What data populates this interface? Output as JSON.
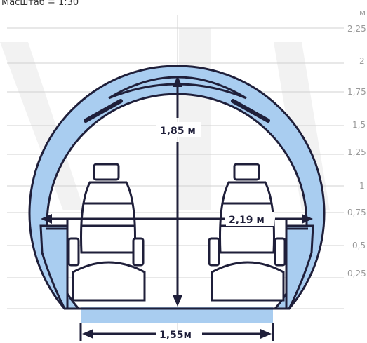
{
  "scale_label": "Масштаб =  1:30",
  "ruler": {
    "unit": "м",
    "ticks": [
      "2,25",
      "2",
      "1,75",
      "1,5",
      "1,25",
      "1",
      "0,75",
      "0,5",
      "0,25"
    ]
  },
  "dimensions": {
    "height": "1,85 м",
    "cabin_width": "2,19 м",
    "floor_width": "1,55м"
  },
  "colors": {
    "fuselage_fill": "#a9cdf0",
    "outline": "#1f1f3a",
    "grid": "#d0d0d0",
    "ruler_text": "#9a9a9a",
    "watermark": "#f2f2f2"
  }
}
